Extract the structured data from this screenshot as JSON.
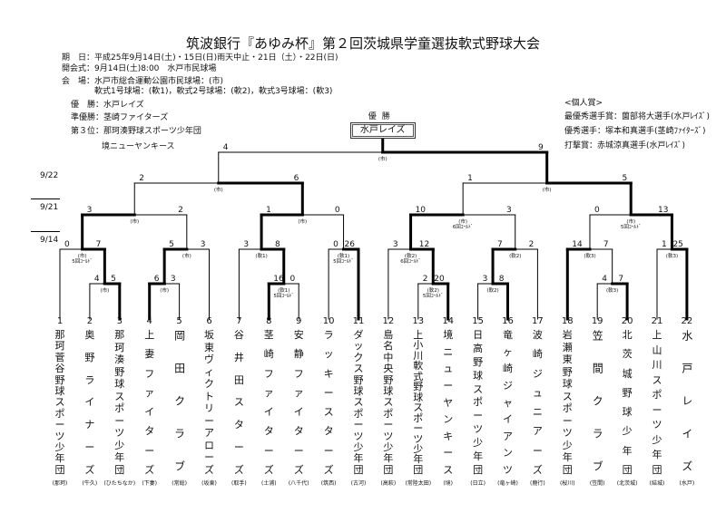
{
  "title": "筑波銀行『あゆみ杯』第２回茨城県学童選抜軟式野球大会",
  "info": {
    "dates": "期　日：平成25年9月14日(土)・15日(日)雨天中止・21日（土）・22日(日)",
    "opening": "開会式：9月14日(土)8:00　水戸市民球場",
    "venue1": "会　場：水戸市総合運動公園市民球場：(市)",
    "venue2": "軟式1号球場：(軟1)，軟式2号球場：(軟2)，軟式3号球場：(軟3)"
  },
  "results": {
    "winner": "優　勝：水戸レイズ",
    "runner_up": "準優勝：茎崎ファイターズ",
    "third": "第３位：那珂湊野球スポーツ少年団",
    "third2": "境ニューヤンキース"
  },
  "awards": {
    "heading": "<個人賞>",
    "mvp": "最優秀選手賞：薗部将大選手(水戸ﾚｲｽﾞ)",
    "excellent": "優秀選手：塚本和真選手(茎崎ﾌｧｲﾀｰｽﾞ)",
    "batting": "打撃賞：赤城涼真選手(水戸ﾚｲｽﾞ)"
  },
  "champion": {
    "label": "優勝",
    "team": "水戸レイズ"
  },
  "dates": [
    "9/22",
    "9/21",
    "9/14"
  ],
  "teams": [
    {
      "num": "1",
      "name": "那珂菅谷野球スポーツ少年団",
      "town": "(那珂)"
    },
    {
      "num": "2",
      "name": "奥野ライナーズ",
      "town": "(牛久)"
    },
    {
      "num": "3",
      "name": "那珂湊野球スポーツ少年団",
      "town": "(ひたちなか)"
    },
    {
      "num": "4",
      "name": "上妻ファイターズ",
      "town": "(下妻)"
    },
    {
      "num": "5",
      "name": "岡田クラブ",
      "town": "(常総)"
    },
    {
      "num": "6",
      "name": "坂東ヴィクトリーアローズ",
      "town": "(坂東)"
    },
    {
      "num": "7",
      "name": "谷井田スターズ",
      "town": "(取手)"
    },
    {
      "num": "8",
      "name": "茎崎ファイターズ",
      "town": "(土浦)"
    },
    {
      "num": "9",
      "name": "安静ファイターズ",
      "town": "(八千代)"
    },
    {
      "num": "10",
      "name": "ラッキースターズ",
      "town": "(筑西)"
    },
    {
      "num": "11",
      "name": "ダックス野球スポーツ少年団",
      "town": "(古河)"
    },
    {
      "num": "12",
      "name": "島名中央野球スポーツ少年団",
      "town": "(高萩)"
    },
    {
      "num": "13",
      "name": "上小川軟式野球スポーツ少年団",
      "town": "(常陸太田)"
    },
    {
      "num": "14",
      "name": "境ニューヤンキース",
      "town": "(境)"
    },
    {
      "num": "15",
      "name": "日高野球スポーツ少年団",
      "town": "(日立)"
    },
    {
      "num": "16",
      "name": "竜ヶ崎ジャイアンツ",
      "town": "(竜ヶ崎)"
    },
    {
      "num": "17",
      "name": "波崎ジュニアーズ",
      "town": "(鹿行)"
    },
    {
      "num": "18",
      "name": "岩瀬東野球スポーツ少年団",
      "town": "(桜川)"
    },
    {
      "num": "19",
      "name": "笠間クラブ",
      "town": "(笠間)"
    },
    {
      "num": "20",
      "name": "北茨城野球少年団",
      "town": "(北茨城)"
    },
    {
      "num": "21",
      "name": "上山川スポーツ少年団",
      "town": "(結城)"
    },
    {
      "num": "22",
      "name": "水戸レイズ",
      "town": "(水戸)"
    }
  ],
  "matches": {
    "m2_3": {
      "scores": [
        "4",
        "5"
      ],
      "winner": "right",
      "venue": "(市)",
      "note": ""
    },
    "m1": {
      "scores": [
        "0",
        "7"
      ],
      "winner": "right",
      "venue": "(市)",
      "note": "5回ｺｰﾙﾄﾞ"
    },
    "m4_5": {
      "scores": [
        "6",
        "3"
      ],
      "winner": "left",
      "venue": "(市)",
      "note": ""
    },
    "m6": {
      "scores": [
        "5",
        "3"
      ],
      "winner": "left",
      "venue": "(市)",
      "note": ""
    },
    "s1_6": {
      "scores": [
        "3",
        "2"
      ],
      "winner": "left",
      "venue": "(市)",
      "note": ""
    },
    "m8_9": {
      "scores": [
        "16",
        "0"
      ],
      "winner": "left",
      "venue": "(軟1)",
      "note": "5回ｺｰﾙﾄﾞ"
    },
    "m7": {
      "scores": [
        "3",
        "8"
      ],
      "winner": "right",
      "venue": "(軟1)",
      "note": ""
    },
    "m10_11": {
      "scores": [
        "0",
        "26"
      ],
      "winner": "right",
      "venue": "(軟1)",
      "note": "5回ｺｰﾙﾄﾞ"
    },
    "s7_11": {
      "scores": [
        "1",
        "0"
      ],
      "winner": "left",
      "venue": "(市)",
      "note": ""
    },
    "q1_11": {
      "scores": [
        "2",
        "6"
      ],
      "winner": "right",
      "venue": "(市)",
      "note": ""
    },
    "m13_14": {
      "scores": [
        "2",
        "20"
      ],
      "winner": "right",
      "venue": "(軟2)",
      "note": "5回ｺｰﾙﾄﾞ"
    },
    "m12": {
      "scores": [
        "3",
        "12"
      ],
      "winner": "right",
      "venue": "(軟2)",
      "note": "6回ｺｰﾙﾄﾞ"
    },
    "m15_16": {
      "scores": [
        "3",
        "8"
      ],
      "winner": "right",
      "venue": "(軟2)",
      "note": ""
    },
    "m17": {
      "scores": [
        "7",
        "2"
      ],
      "winner": "left",
      "venue": "(軟2)",
      "note": ""
    },
    "s12_17": {
      "scores": [
        "10",
        "3"
      ],
      "winner": "left",
      "venue": "(市)",
      "note": "6回ｺｰﾙﾄﾞ"
    },
    "m19_20": {
      "scores": [
        "4",
        "7"
      ],
      "winner": "right",
      "venue": "(軟3)",
      "note": ""
    },
    "m18": {
      "scores": [
        "14",
        "7"
      ],
      "winner": "left",
      "venue": "(軟3)",
      "note": ""
    },
    "m21_22": {
      "scores": [
        "1",
        "25"
      ],
      "winner": "right",
      "venue": "(軟3)",
      "note": ""
    },
    "s18_22": {
      "scores": [
        "0",
        "13"
      ],
      "winner": "right",
      "venue": "(市)",
      "note": "5回ｺｰﾙﾄﾞ"
    },
    "q12_22": {
      "scores": [
        "1",
        "5"
      ],
      "winner": "right",
      "venue": "(市)",
      "note": ""
    },
    "final": {
      "scores": [
        "4",
        "9"
      ],
      "winner": "right",
      "venue": "(市)",
      "note": ""
    }
  }
}
